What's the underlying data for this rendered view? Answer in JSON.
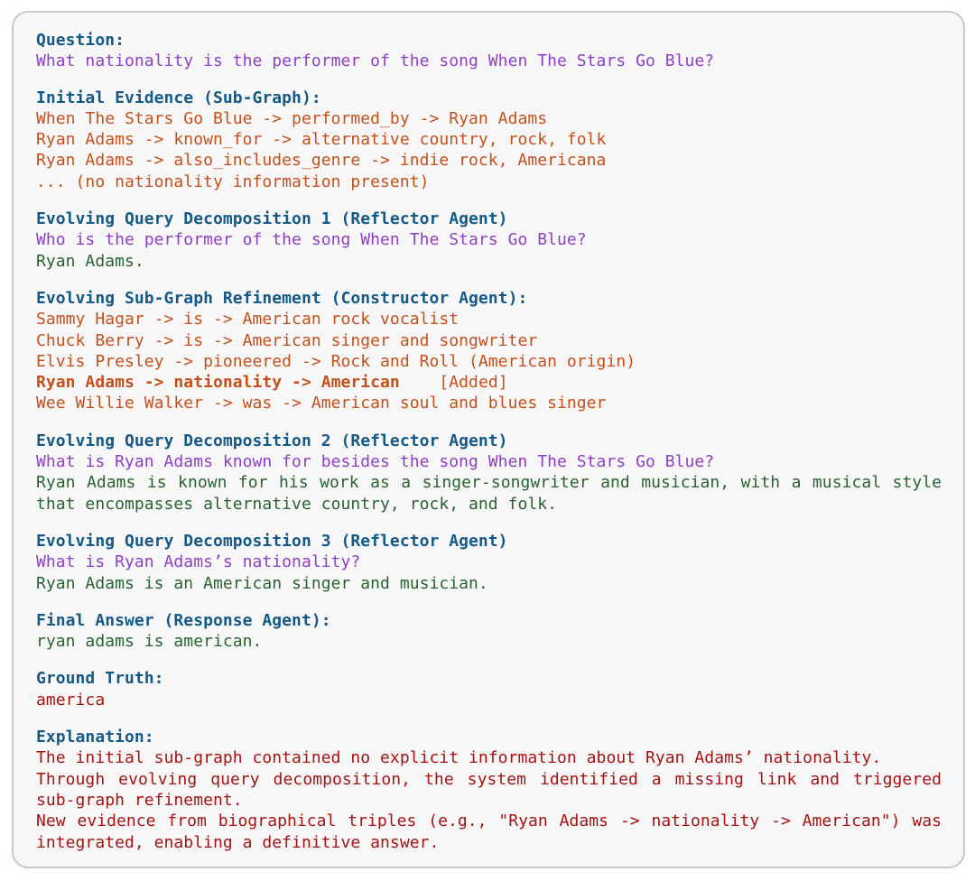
{
  "question": {
    "heading": "Question:",
    "text": "What nationality is the performer of the song When The Stars Go Blue?"
  },
  "initial_evidence": {
    "heading": "Initial Evidence (Sub-Graph):",
    "lines": [
      "When The Stars Go Blue -> performed_by -> Ryan Adams",
      "Ryan Adams -> known_for -> alternative country, rock, folk",
      "Ryan Adams -> also_includes_genre -> indie rock, Americana",
      "... (no nationality information present)"
    ]
  },
  "decomposition_1": {
    "heading": "Evolving Query Decomposition 1 (Reflector Agent)",
    "question": "Who is the performer of the song When The Stars Go Blue?",
    "answer": "Ryan Adams."
  },
  "refinement": {
    "heading": "Evolving Sub-Graph Refinement (Constructor Agent):",
    "lines": [
      "Sammy Hagar -> is -> American rock vocalist",
      "Chuck Berry -> is -> American singer and songwriter",
      "Elvis Presley -> pioneered -> Rock and Roll (American origin)"
    ],
    "added_triple": "Ryan Adams -> nationality -> American",
    "added_tag": "[Added]",
    "last_line": "Wee Willie Walker -> was -> American soul and blues singer"
  },
  "decomposition_2": {
    "heading": "Evolving Query Decomposition 2 (Reflector Agent)",
    "question": "What is Ryan Adams known for besides the song When The Stars Go Blue?",
    "answer": "Ryan Adams is known for his work as a singer-songwriter and musician, with a musical style that encompasses alternative country, rock, and folk."
  },
  "decomposition_3": {
    "heading": "Evolving Query Decomposition 3 (Reflector Agent)",
    "question": "What is Ryan Adams’s nationality?",
    "answer": "Ryan Adams is an American singer and musician."
  },
  "final_answer": {
    "heading": "Final Answer (Response Agent):",
    "text": "ryan adams is american."
  },
  "ground_truth": {
    "heading": "Ground Truth:",
    "text": "america"
  },
  "explanation": {
    "heading": "Explanation:",
    "p1": "The initial sub-graph contained no explicit information about Ryan Adams’ nationality.",
    "p2": "Through evolving query decomposition, the system identified a missing link and triggered sub-graph refinement.",
    "p3": "New evidence from biographical triples (e.g., \"Ryan Adams -> nationality -> American\") was integrated, enabling a definitive answer."
  },
  "colors": {
    "heading": "#155a86",
    "question": "#8e3fc4",
    "evidence": "#c4501c",
    "answer": "#2a6232",
    "explanation": "#a51313",
    "panel_background": "#f7f7f7",
    "panel_border": "#c8c8c8"
  }
}
